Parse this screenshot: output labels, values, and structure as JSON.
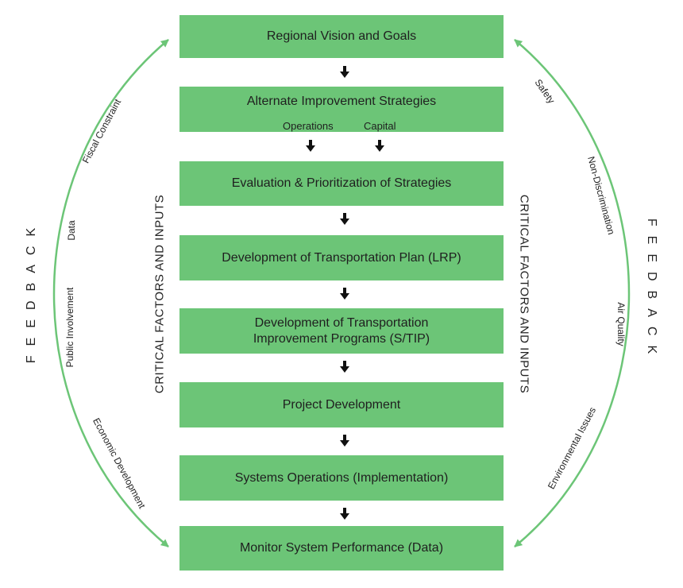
{
  "boxes": {
    "regional_vision": "Regional Vision and Goals",
    "alternate_strategies": "Alternate Improvement Strategies",
    "operations": "Operations",
    "capital": "Capital",
    "evaluation": "Evaluation & Prioritization of Strategies",
    "transportation_plan": "Development of Transportation Plan (LRP)",
    "tip_line1": "Development of Transportation",
    "tip_line2": "Improvement Programs (S/TIP)",
    "project_development": "Project Development",
    "systems_operations": "Systems Operations (Implementation)",
    "monitor": "Monitor System Performance (Data)"
  },
  "critical_factors": {
    "left": "CRITICAL FACTORS AND INPUTS",
    "right": "CRITICAL FACTORS AND INPUTS"
  },
  "feedback": {
    "left": "FEEDBACK",
    "right": "FEEDBACK"
  },
  "left_factors": {
    "fiscal": "Fiscal Constraint",
    "data": "Data",
    "public": "Public Involvement",
    "economic": "Economic Development"
  },
  "right_factors": {
    "safety": "Safety",
    "non_discrimination": "Non-Discrimination",
    "air_quality": "Air Quality",
    "environmental": "Environmental Issues"
  },
  "colors": {
    "box_fill": "#6cc577",
    "arc": "#6cc577",
    "arrow": "#111111"
  }
}
